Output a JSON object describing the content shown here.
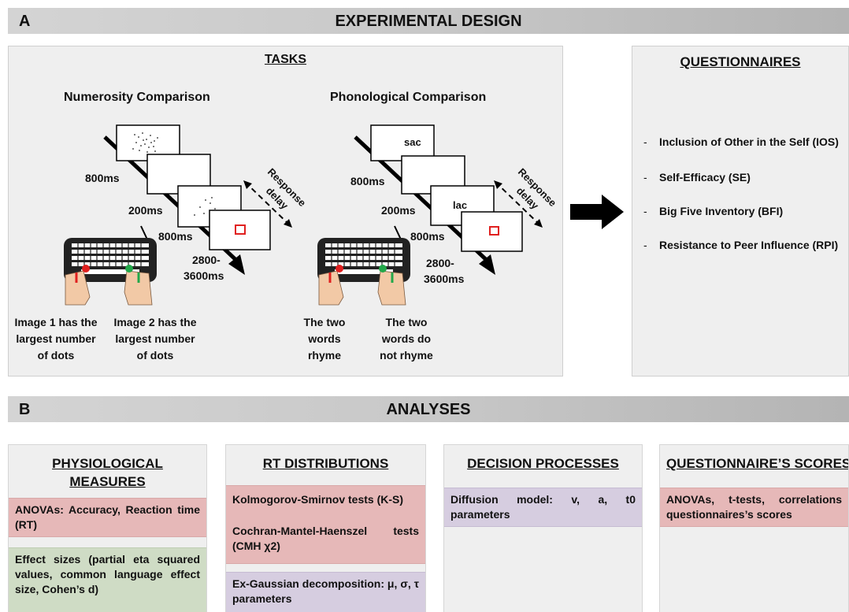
{
  "section_a": {
    "letter": "A",
    "title": "EXPERIMENTAL DESIGN"
  },
  "tasks": {
    "title": "TASKS",
    "numerosity": {
      "title": "Numerosity Comparison",
      "times": [
        "800ms",
        "200ms",
        "800ms",
        "2800-",
        "3600ms"
      ],
      "delay": [
        "Response",
        "delay"
      ],
      "response_left": [
        "Image 1 has the",
        "largest number",
        "of dots"
      ],
      "response_right": [
        "Image 2 has the",
        "largest number",
        "of dots"
      ]
    },
    "phonological": {
      "title": "Phonological Comparison",
      "word1": "sac",
      "word2": "lac",
      "times": [
        "800ms",
        "200ms",
        "800ms",
        "2800-",
        "3600ms"
      ],
      "delay": [
        "Response",
        "delay"
      ],
      "response_left": [
        "The two",
        "words",
        "rhyme"
      ],
      "response_right": [
        "The two",
        "words do",
        "not rhyme"
      ]
    }
  },
  "questionnaires": {
    "title": "QUESTIONNAIRES",
    "dash": "-",
    "items": [
      "Inclusion of Other in the Self (IOS)",
      "Self-Efficacy (SE)",
      "Big Five Inventory (BFI)",
      "Resistance to Peer Influence (RPI)"
    ]
  },
  "section_b": {
    "letter": "B",
    "title": "ANALYSES"
  },
  "analyses": {
    "physio": {
      "title_line1": "PHYSIOLOGICAL",
      "title_line2": "MEASURES",
      "box1": "ANOVAs: Accuracy, Reaction time (RT)",
      "box2": "Effect sizes (partial eta squared values, common language effect size, Cohen’s d)"
    },
    "rt": {
      "title": "RT DISTRIBUTIONS",
      "box1a": "Kolmogorov-Smirnov tests (K-S)",
      "box1b": "Cochran-Mantel-Haenszel tests (CMH χ2)",
      "box2": "Ex-Gaussian decomposition: μ, σ, τ parameters"
    },
    "decision": {
      "title": "DECISION PROCESSES",
      "box1": "Diffusion model: v, a, t0 parameters"
    },
    "quest_scores": {
      "title": "QUESTIONNAIRE’S SCORES",
      "box1": "ANOVAs, t-tests, correlations questionnaires’s scores"
    }
  },
  "colors": {
    "pink": "#e6b8b8",
    "green": "#cfdcc5",
    "purple": "#d6cde0",
    "panel": "#efefef",
    "red_square": "#e0201f",
    "red_key": "#e0201f",
    "green_key": "#22a84a"
  }
}
